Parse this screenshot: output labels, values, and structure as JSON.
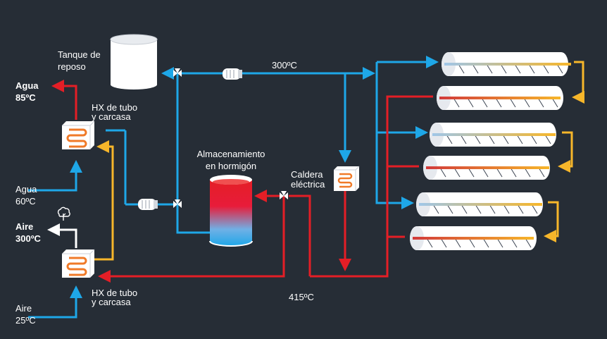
{
  "colors": {
    "background": "#262d36",
    "cold": "#1ea7e8",
    "hot": "#e41e26",
    "warm": "#f7b62a",
    "component": "#ffffff",
    "coil": "#f07a28"
  },
  "labels": {
    "water_out_1": "Agua",
    "water_out_2": "85ºC",
    "hx_top_1": "HX de tubo",
    "hx_top_2": "y carcasa",
    "water_in_1": "Agua",
    "water_in_2": "60ºC",
    "air_out_1": "Aire",
    "air_out_2": "300ºC",
    "hx_bottom_1": "HX de tubo",
    "hx_bottom_2": "y carcasa",
    "air_in_1": "Aire",
    "air_in_2": "25ºC",
    "tank_1": "Tanque de",
    "tank_2": "reposo",
    "storage_1": "Almacenamiento",
    "storage_2": "en hormigón",
    "boiler_1": "Caldera",
    "boiler_2": "eléctrica",
    "temp_cold": "300ºC",
    "temp_hot": "415ºC"
  },
  "icons": {
    "pump": "pump-icon",
    "valve": "three-way-valve-icon",
    "tree": "tree-icon",
    "collector": "parabolic-trough-collector"
  }
}
